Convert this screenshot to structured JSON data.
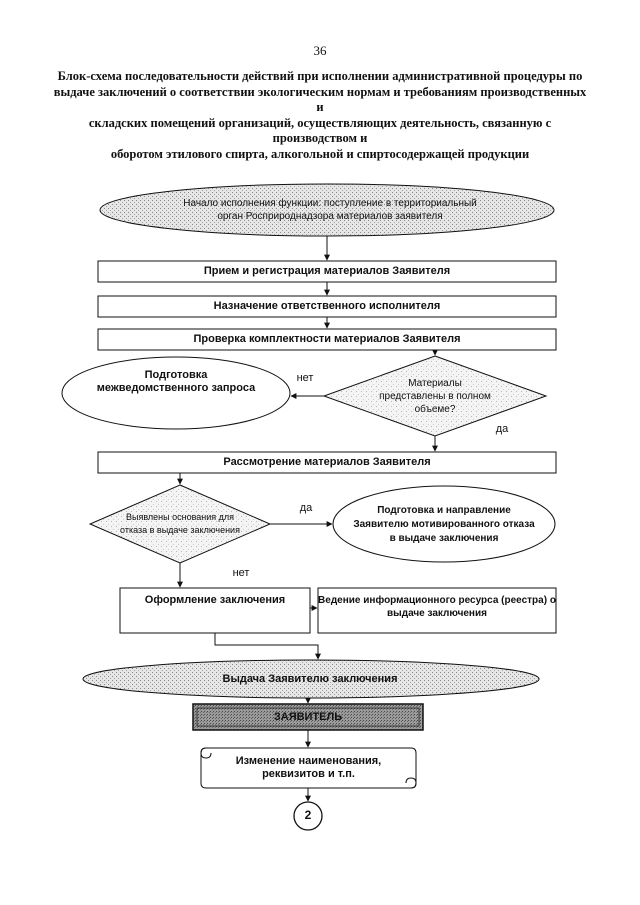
{
  "page_number": "36",
  "title_lines": [
    "Блок-схема последовательности действий при исполнении административной процедуры по",
    "выдаче заключений о соответствии экологическим нормам и требованиям производственных и",
    "складских помещений организаций, осуществляющих деятельность, связанную с производством и",
    "оборотом этилового спирта, алкогольной и спиртосодержащей продукции"
  ],
  "nodes": {
    "start": [
      "Начало исполнения функции: поступление в территориальный",
      "орган Росприроднадзора материалов заявителя"
    ],
    "registration": "Прием и регистрация материалов Заявителя",
    "assign": "Назначение ответственного исполнителя",
    "check": "Проверка комплектности материалов Заявителя",
    "interagency": [
      "Подготовка",
      "межведомственного запроса"
    ],
    "decision_complete": [
      "Материалы",
      "представлены в полном",
      "объеме?"
    ],
    "review": "Рассмотрение материалов Заявителя",
    "decision_grounds": [
      "Выявлены основания для",
      "отказа в выдаче заключения"
    ],
    "refusal": [
      "Подготовка и направление",
      "Заявителю мотивированного отказа",
      "в выдаче заключения"
    ],
    "drafting": "Оформление заключения",
    "registry": [
      "Ведение информационного ресурса (реестра) о",
      "выдаче заключения"
    ],
    "issue": "Выдача Заявителю заключения",
    "applicant": "ЗАЯВИТЕЛЬ",
    "change": [
      "Изменение наименования,",
      "реквизитов и т.п."
    ],
    "connector": "2"
  },
  "edge_labels": {
    "no_1": "нет",
    "yes_1": "да",
    "yes_2": "да",
    "no_2": "нет"
  }
}
